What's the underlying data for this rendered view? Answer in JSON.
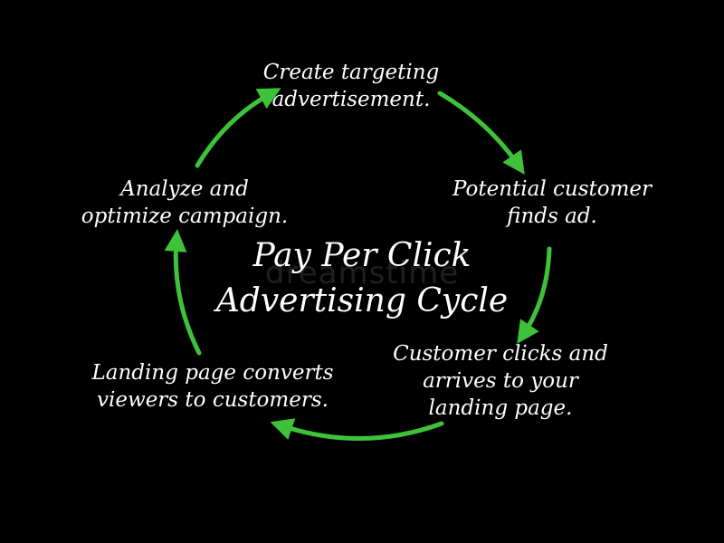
{
  "diagram": {
    "title_lines": [
      "Pay Per Click",
      "Advertising Cycle"
    ],
    "watermark": "dreamstime",
    "accent_color": "#3ec23a",
    "background_color": "#000000",
    "text_color": "#ffffff",
    "steps": [
      {
        "lines": [
          "Create targeting",
          "advertisement."
        ]
      },
      {
        "lines": [
          "Potential customer",
          "finds ad."
        ]
      },
      {
        "lines": [
          "Customer clicks and",
          "arrives to your",
          "landing page."
        ]
      },
      {
        "lines": [
          "Landing page converts",
          "viewers to customers."
        ]
      },
      {
        "lines": [
          "Analyze and",
          "optimize campaign."
        ]
      }
    ]
  }
}
